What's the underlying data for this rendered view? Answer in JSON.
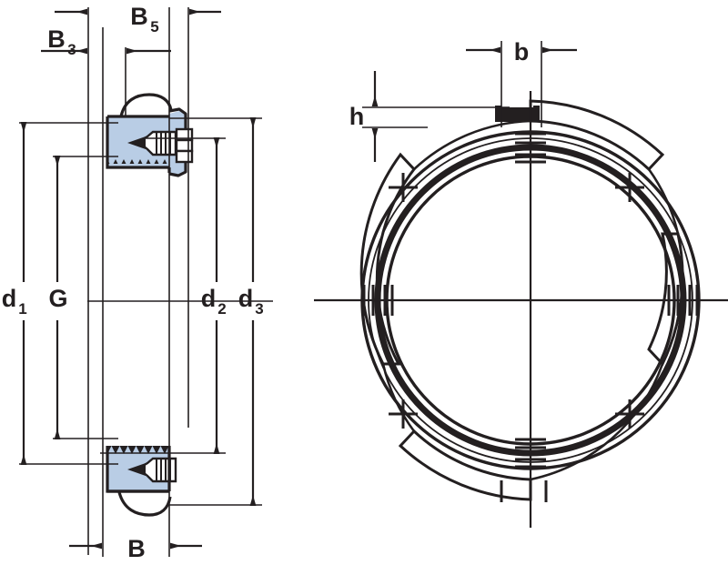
{
  "drawing": {
    "title": "Lock nut technical drawing",
    "type": "engineering-dimension-drawing",
    "views": [
      {
        "name": "section-view",
        "position": "left",
        "description": "Axial cross-section of lock nut showing threaded bore, locking screws and hexagon sockets"
      },
      {
        "name": "front-view",
        "position": "right",
        "description": "Front elevation of lock nut showing four slots and four locking screw positions"
      }
    ],
    "colors": {
      "line": "#231f20",
      "section_fill": "#b9cde5",
      "screw_fill": "#ffffff",
      "background": "#ffffff"
    }
  },
  "dimensions": {
    "section_view": [
      {
        "id": "B3",
        "base": "B",
        "sub": "3",
        "orientation": "horizontal",
        "location": "top-left",
        "label": "B₃"
      },
      {
        "id": "B5",
        "base": "B",
        "sub": "5",
        "orientation": "horizontal",
        "location": "top",
        "label": "B₅"
      },
      {
        "id": "d1",
        "base": "d",
        "sub": "1",
        "orientation": "vertical",
        "location": "far-left",
        "label": "d₁"
      },
      {
        "id": "G",
        "base": "G",
        "sub": "",
        "orientation": "vertical",
        "location": "left",
        "label": "G"
      },
      {
        "id": "d2",
        "base": "d",
        "sub": "2",
        "orientation": "vertical",
        "location": "right-inner",
        "label": "d₂"
      },
      {
        "id": "d3",
        "base": "d",
        "sub": "3",
        "orientation": "vertical",
        "location": "right-outer",
        "label": "d₃"
      },
      {
        "id": "B",
        "base": "B",
        "sub": "",
        "orientation": "horizontal",
        "location": "bottom",
        "label": "B"
      }
    ],
    "front_view": [
      {
        "id": "b",
        "base": "b",
        "sub": "",
        "orientation": "horizontal",
        "location": "top",
        "label": "b"
      },
      {
        "id": "h",
        "base": "h",
        "sub": "",
        "orientation": "vertical",
        "location": "top-left",
        "label": "h"
      }
    ]
  },
  "labels": {
    "B3": {
      "text": "B",
      "sub": "3"
    },
    "B5": {
      "text": "B",
      "sub": "5"
    },
    "d1": {
      "text": "d",
      "sub": "1"
    },
    "G": {
      "text": "G",
      "sub": ""
    },
    "d2": {
      "text": "d",
      "sub": "2"
    },
    "d3": {
      "text": "d",
      "sub": "3"
    },
    "B": {
      "text": "B",
      "sub": ""
    },
    "b": {
      "text": "b",
      "sub": ""
    },
    "h": {
      "text": "h",
      "sub": ""
    }
  },
  "features": {
    "slots": {
      "count": 4,
      "angles_deg": [
        0,
        90,
        180,
        270
      ],
      "description": "keyway slots on outer diameter"
    },
    "screws": {
      "count": 4,
      "angles_deg": [
        45,
        135,
        225,
        315
      ],
      "marker": "cross",
      "description": "locking screw centre marks"
    },
    "centerlines": {
      "vertical": true,
      "horizontal": true
    }
  }
}
